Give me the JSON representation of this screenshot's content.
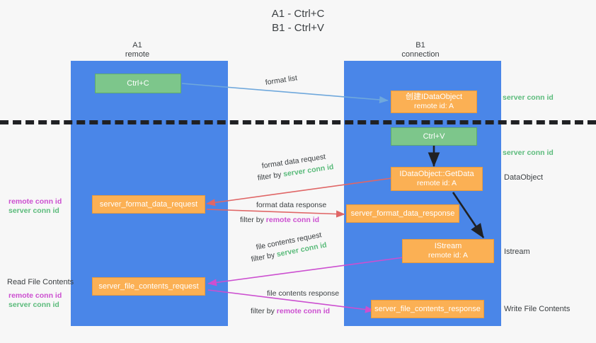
{
  "title": {
    "line1": "A1 - Ctrl+C",
    "line2": "B1 - Ctrl+V"
  },
  "colors": {
    "lane": "#4a86e8",
    "green_box": "#7dc68b",
    "orange_box": "#fbb054",
    "server_conn_id": "#5bbb7b",
    "remote_conn_id": "#cc4fd0",
    "arrow_blue": "#6fa8dc",
    "arrow_red": "#e06666",
    "arrow_magenta": "#cc4fd0",
    "arrow_black": "#202124",
    "background": "#f7f7f7"
  },
  "columns": [
    {
      "name": "A1",
      "sub": "remote"
    },
    {
      "name": "B1",
      "sub": "connection"
    }
  ],
  "boxes": {
    "ctrl_c": {
      "line1": "Ctrl+C"
    },
    "create_idataobject": {
      "line1": "创建IDataObject",
      "line2": "remote id: A"
    },
    "ctrl_v": {
      "line1": "Ctrl+V"
    },
    "getdata": {
      "line1": "IDataObject::GetData",
      "line2": "remote id: A"
    },
    "istream": {
      "line1": "IStream",
      "line2": "remote id: A"
    },
    "server_format_data_request": {
      "line1": "server_format_data_request"
    },
    "server_format_data_response": {
      "line1": "server_format_data_response"
    },
    "server_file_contents_request": {
      "line1": "server_file_contents_request"
    },
    "server_file_contents_response": {
      "line1": "server_file_contents_response"
    }
  },
  "arrow_labels": {
    "format_list": "format list",
    "format_data_request": "format data request",
    "format_data_request_filter_prefix": "filter by ",
    "format_data_request_filter_value": "server conn id",
    "format_data_response": "format data response",
    "format_data_response_filter_prefix": "filter by ",
    "format_data_response_filter_value": "remote conn id",
    "file_contents_request": "file contents request",
    "file_contents_request_filter_prefix": "filter by ",
    "file_contents_request_filter_value": "server conn id",
    "file_contents_response": "file contents response",
    "file_contents_response_filter_prefix": "filter by ",
    "file_contents_response_filter_value": "remote conn id"
  },
  "right_annotations": {
    "server_conn_id_top": "server conn id",
    "server_conn_id_mid": "server conn id",
    "dataobject": "DataObject",
    "istream": "Istream",
    "write_file_contents": "Write File Contents"
  },
  "left_annotations": {
    "remote_conn_id_1": "remote conn id",
    "server_conn_id_1": "server conn id",
    "read_file_contents": "Read File Contents",
    "remote_conn_id_2": "remote conn id",
    "server_conn_id_2": "server conn id"
  }
}
